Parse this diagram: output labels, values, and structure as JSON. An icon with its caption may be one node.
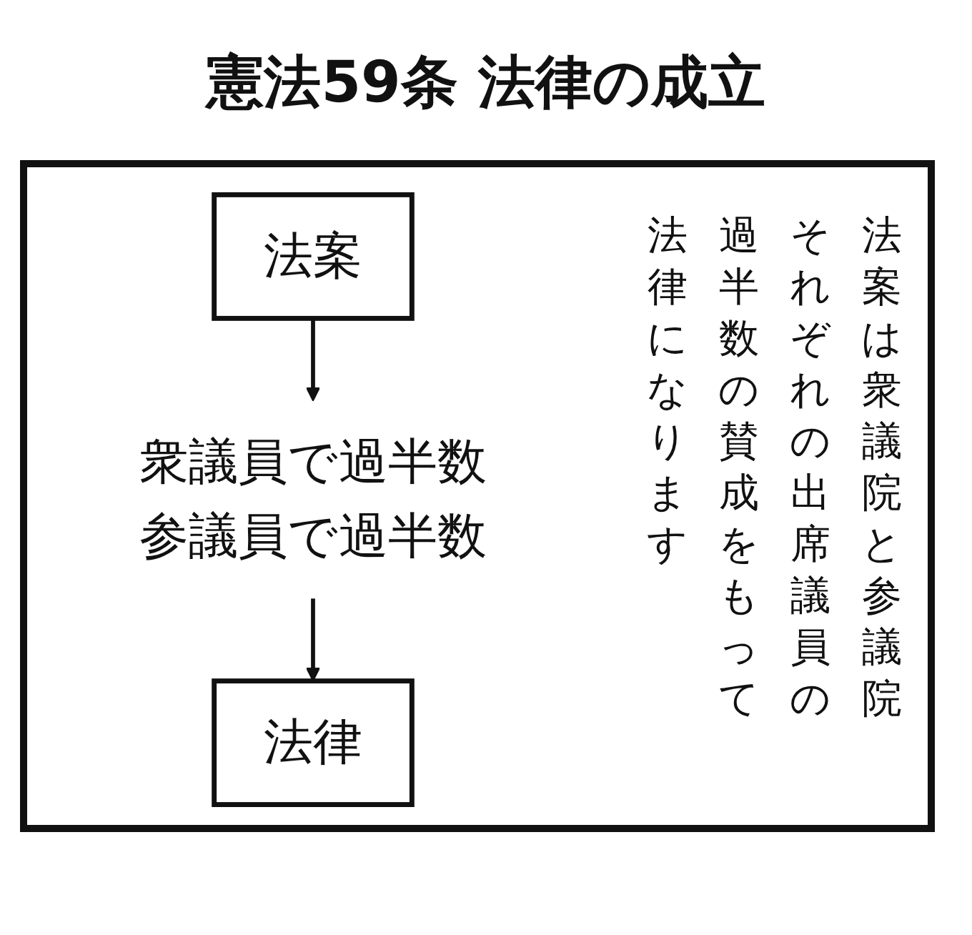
{
  "diagram": {
    "title": "憲法59条 法律の成立",
    "nodes": [
      {
        "text": [
          "法案"
        ]
      },
      {
        "text": [
          "衆議員で過半数",
          "参議員で過半数"
        ]
      },
      {
        "text": [
          "法律"
        ]
      }
    ],
    "edges": [
      {
        "from": 0,
        "to": 1,
        "arrow": "to"
      },
      {
        "from": 1,
        "to": 2,
        "arrow": "to"
      }
    ],
    "labels": [
      "法案は衆議院と参議院それぞれの出席議員の過半数の賛成をもって法律になります"
    ]
  }
}
